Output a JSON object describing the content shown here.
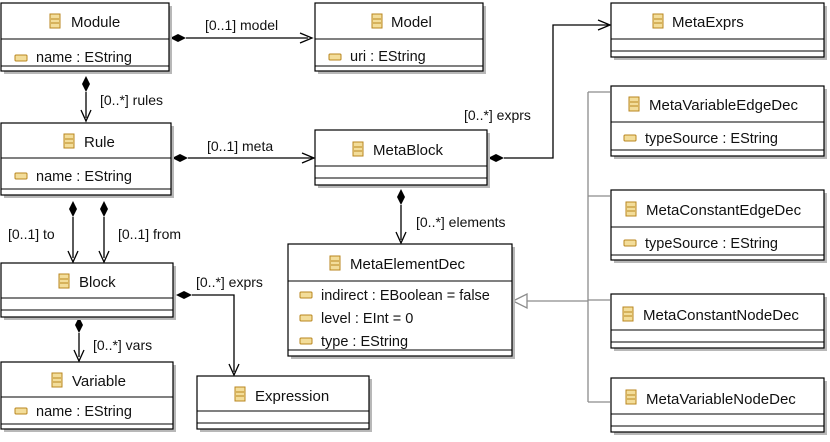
{
  "classes": {
    "module": {
      "name": "Module",
      "attrs": [
        "name : EString"
      ]
    },
    "model": {
      "name": "Model",
      "attrs": [
        "uri : EString"
      ]
    },
    "metaexprs": {
      "name": "MetaExprs",
      "attrs": []
    },
    "rule": {
      "name": "Rule",
      "attrs": [
        "name : EString"
      ]
    },
    "metablock": {
      "name": "MetaBlock",
      "attrs": []
    },
    "metavariableedgedec": {
      "name": "MetaVariableEdgeDec",
      "attrs": [
        "typeSource : EString"
      ]
    },
    "metaconstantedgedec": {
      "name": "MetaConstantEdgeDec",
      "attrs": [
        "typeSource : EString"
      ]
    },
    "block": {
      "name": "Block",
      "attrs": []
    },
    "metaelementdec": {
      "name": "MetaElementDec",
      "attrs": [
        "indirect : EBoolean = false",
        "level : EInt = 0",
        "type : EString"
      ]
    },
    "metaconstantnodedec": {
      "name": "MetaConstantNodeDec",
      "attrs": []
    },
    "variable": {
      "name": "Variable",
      "attrs": [
        "name : EString"
      ]
    },
    "expression": {
      "name": "Expression",
      "attrs": []
    },
    "metavariablenodedec": {
      "name": "MetaVariableNodeDec",
      "attrs": []
    }
  },
  "relations": {
    "module_model": "[0..1] model",
    "module_rules": "[0..*] rules",
    "rule_meta": "[0..1] meta",
    "metablock_exprs": "[0..*] exprs",
    "metablock_elements": "[0..*] elements",
    "rule_to": "[0..1] to",
    "rule_from": "[0..1] from",
    "block_exprs": "[0..*] exprs",
    "block_vars": "[0..*] vars"
  },
  "icons": {
    "class": "eclass-icon",
    "attribute": "eattribute-icon"
  },
  "colors": {
    "icon_fill": "#f3dd9a",
    "icon_stroke": "#b8861f",
    "generalization": "#8c8c8c"
  }
}
